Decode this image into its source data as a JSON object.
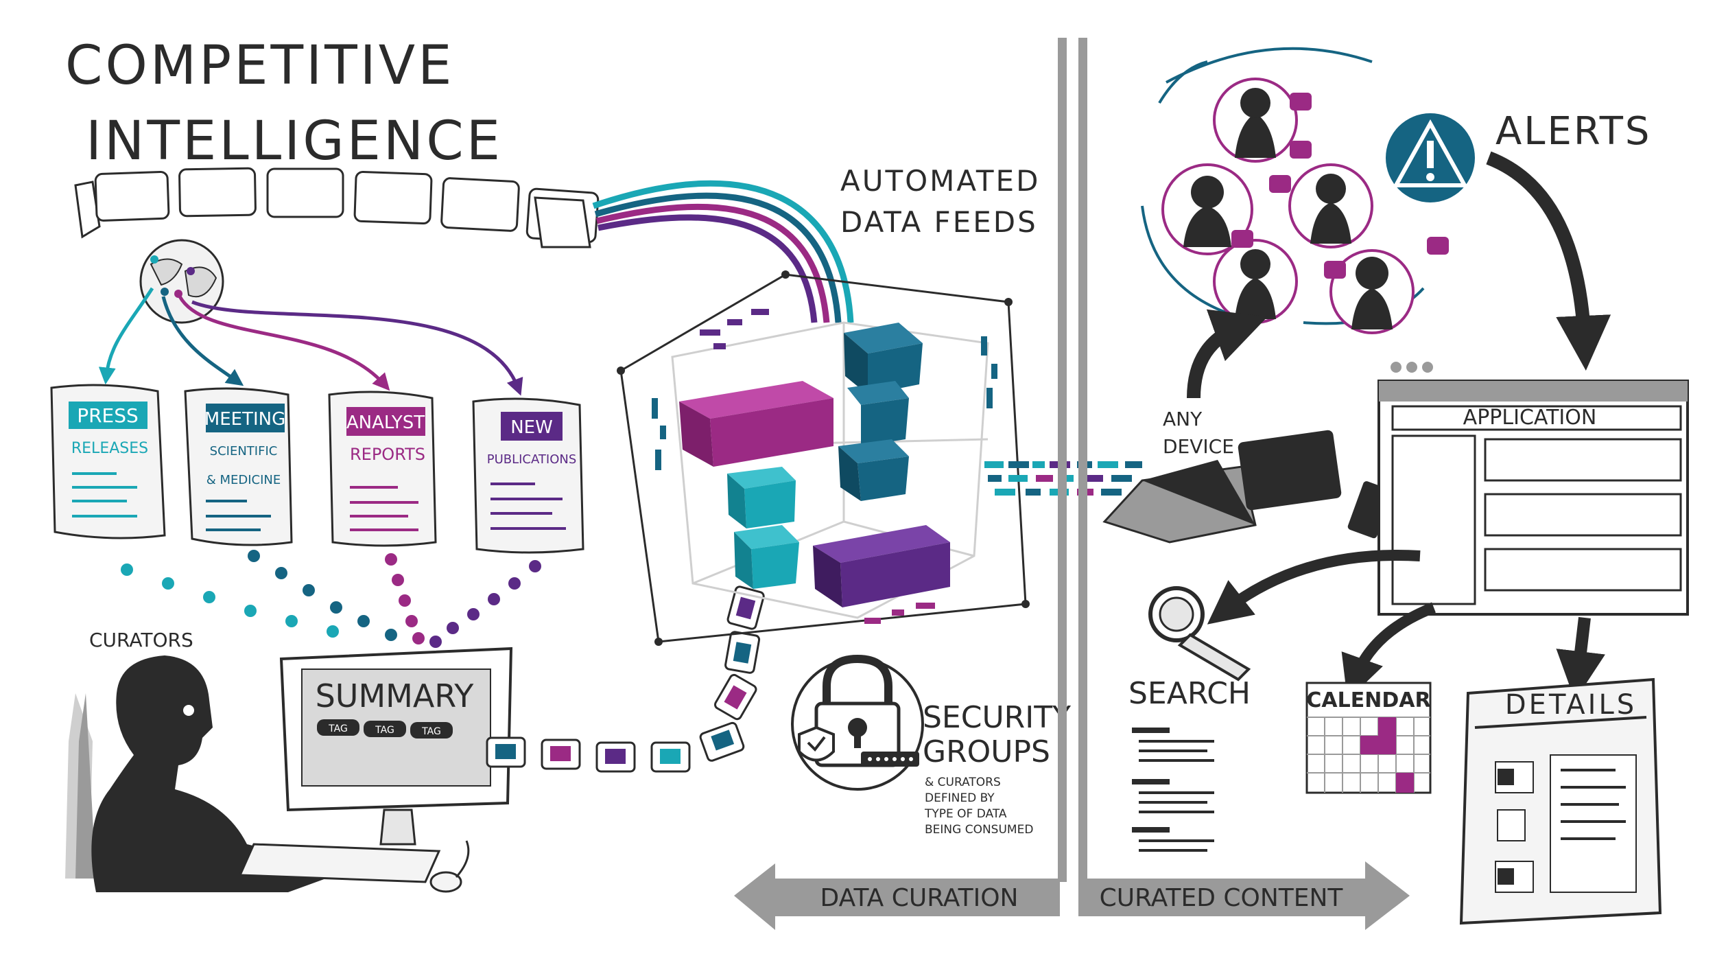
{
  "title": {
    "line1": "COMPETITIVE",
    "line2": "INTELLIGENCE"
  },
  "feeds_label": {
    "line1": "AUTOMATED",
    "line2": "DATA FEEDS"
  },
  "alerts_label": "ALERTS",
  "any_device_label": {
    "line1": "ANY",
    "line2": "DEVICE"
  },
  "curators_label": "CURATORS",
  "documents": [
    {
      "title": "PRESS",
      "subtitle": "RELEASES",
      "subtitle2": "",
      "color": "#1aa7b5"
    },
    {
      "title": "MEETING",
      "subtitle": "SCIENTIFIC",
      "subtitle2": "& MEDICINE",
      "color": "#156482"
    },
    {
      "title": "ANALYST",
      "subtitle": "REPORTS",
      "subtitle2": "",
      "color": "#9b2a84"
    },
    {
      "title": "NEW",
      "subtitle": "PUBLICATIONS",
      "subtitle2": "",
      "color": "#5b2a86"
    }
  ],
  "monitor": {
    "title": "SUMMARY",
    "tags": [
      "TAG",
      "TAG",
      "TAG"
    ]
  },
  "security": {
    "title_line1": "SECURITY",
    "title_line2": "GROUPS",
    "note_line1": "& CURATORS",
    "note_line2": "DEFINED BY",
    "note_line3": "TYPE OF DATA",
    "note_line4": "BEING CONSUMED"
  },
  "application": {
    "title": "APPLICATION"
  },
  "search_label": "SEARCH",
  "calendar_label": "CALENDAR",
  "details_label": "DETAILS",
  "bottom": {
    "left_arrow": "DATA CURATION",
    "right_arrow": "CURATED CONTENT"
  },
  "colors": {
    "teal": "#1aa7b5",
    "blue": "#156482",
    "magenta": "#9b2a84",
    "purple": "#5b2a86",
    "dark": "#2b2b2b",
    "gray": "#9a9a9a"
  }
}
